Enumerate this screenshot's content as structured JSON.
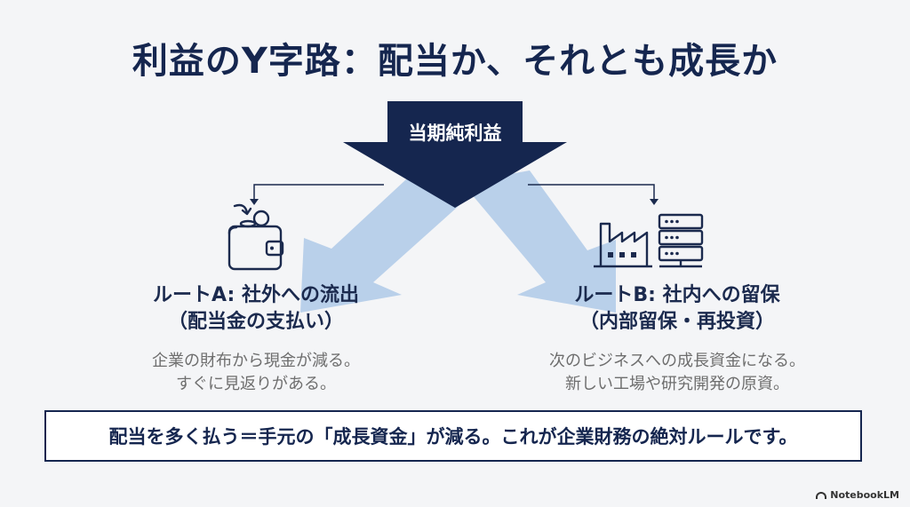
{
  "title": "利益のY字路：配当か、それとも成長か",
  "source": {
    "label": "当期純利益"
  },
  "route_a": {
    "title_line1": "ルートA: 社外への流出",
    "title_line2": "（配当金の支払い）",
    "desc_line1": "企業の財布から現金が減る。",
    "desc_line2": "すぐに見返りがある。",
    "icon": "wallet-icon"
  },
  "route_b": {
    "title_line1": "ルートB: 社内への留保",
    "title_line2": "（内部留保・再投資）",
    "desc_line1": "次のビジネスへの成長資金になる。",
    "desc_line2": "新しい工場や研究開発の原資。",
    "icons": [
      "factory-icon",
      "server-icon"
    ]
  },
  "summary": "配当を多く払う＝手元の「成長資金」が減る。これが企業財務の絶対ルールです。",
  "branding": "NotebookLM",
  "colors": {
    "navy": "#15264f",
    "light_arrow": "#b9d0ea",
    "background": "#f4f5f7"
  }
}
